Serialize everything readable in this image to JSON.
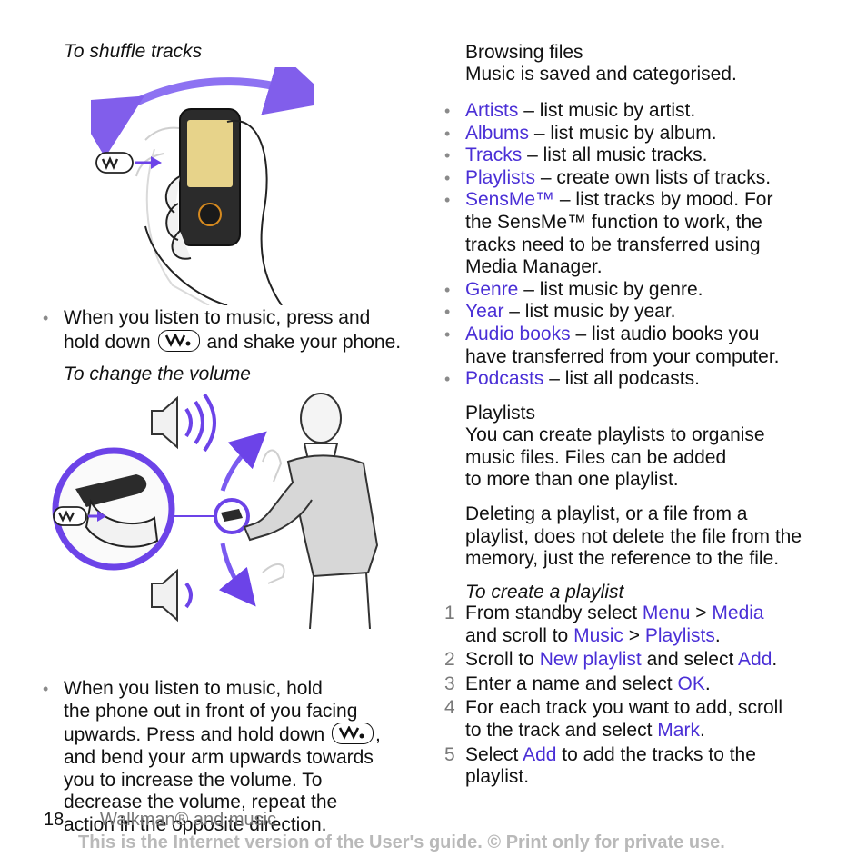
{
  "left": {
    "shuffle_heading": "To shuffle tracks",
    "shuffle_a": "When you listen to music, press and",
    "shuffle_b1": "hold down",
    "shuffle_b2": "and shake your phone.",
    "volume_heading": "To change the volume",
    "volume_l1": "When you listen to music, hold",
    "volume_l2": "the phone out in front of you facing",
    "volume_l3": "upwards. Press and hold down",
    "volume_l3_end": ",",
    "volume_l4": "and bend your arm upwards towards",
    "volume_l5": "you to increase the volume. To",
    "volume_l6": "decrease the volume, repeat the",
    "volume_l7": "action in the opposite direction."
  },
  "right": {
    "browsing_heading": "Browsing files",
    "browsing_intro": "Music is saved and categorised.",
    "items": [
      {
        "link": "Artists",
        "lines": [
          "– list music by artist."
        ]
      },
      {
        "link": "Albums",
        "lines": [
          "– list music by album."
        ]
      },
      {
        "link": "Tracks",
        "lines": [
          "– list all music tracks."
        ]
      },
      {
        "link": "Playlists",
        "lines": [
          "– create own lists of tracks."
        ]
      },
      {
        "link": "SensMe™",
        "lines": [
          "– list tracks by mood. For",
          "the SensMe™ function to work, the",
          "tracks need to be transferred using",
          "Media Manager."
        ]
      },
      {
        "link": "Genre",
        "lines": [
          "– list music by genre."
        ]
      },
      {
        "link": "Year",
        "lines": [
          "– list music by year."
        ]
      },
      {
        "link": "Audio books",
        "lines": [
          "– list audio books you",
          "have transferred from your computer."
        ]
      },
      {
        "link": "Podcasts",
        "lines": [
          "– list all podcasts."
        ]
      }
    ],
    "playlists_heading": "Playlists",
    "playlists_p1": [
      "You can create playlists to organise",
      "music files. Files can be added",
      "to more than one playlist."
    ],
    "playlists_p2": [
      "Deleting a playlist, or a file from a",
      "playlist, does not delete the file from the",
      "memory, just the reference to the file."
    ],
    "create_heading": "To create a playlist",
    "steps": {
      "s1": {
        "num": "1",
        "t1": "From standby select",
        "l1": "Menu",
        "sep": ">",
        "l2": "Media",
        "t2": "and scroll to",
        "l3": "Music",
        "sep2": ">",
        "l4": "Playlists",
        "end": "."
      },
      "s2": {
        "num": "2",
        "t1": "Scroll to",
        "l1": "New playlist",
        "t2": "and select",
        "l2": "Add",
        "end": "."
      },
      "s3": {
        "num": "3",
        "t1": "Enter a name and select",
        "l1": "OK",
        "end": "."
      },
      "s4": {
        "num": "4",
        "t1": "For each track you want to add, scroll",
        "t2": "to the track and select",
        "l1": "Mark",
        "end": "."
      },
      "s5": {
        "num": "5",
        "t1": "Select",
        "l1": "Add",
        "t2": "to add the tracks to the",
        "t3": "playlist."
      }
    }
  },
  "footer": {
    "page_number": "18",
    "section": "Walkman® and music",
    "notice": "This is the Internet version of the User's guide. © Print only for private use."
  },
  "colors": {
    "link": "#4a2fd6",
    "illustration_accent": "#6c43e8",
    "notice": "#b9b9b9"
  }
}
